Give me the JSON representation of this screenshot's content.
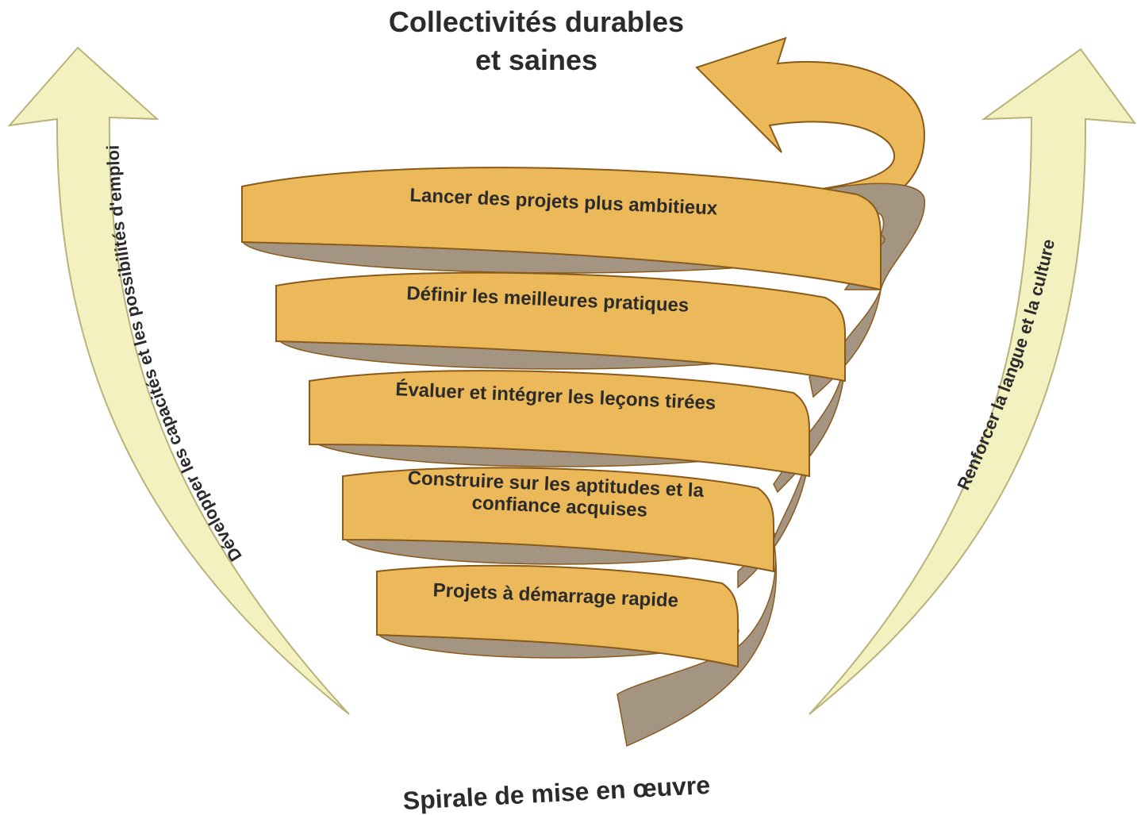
{
  "title_line1": "Collectivités durables",
  "title_line2": "et saines",
  "left_arrow_label": "Développer les capacités et les possibilités d'emploi",
  "right_arrow_label": "Renforcer la langue et la culture",
  "spiral_bands": [
    {
      "line1": "Lancer des projets plus ambitieux",
      "line2": ""
    },
    {
      "line1": "Définir les meilleures pratiques",
      "line2": ""
    },
    {
      "line1": "Évaluer et intégrer les leçons tirées",
      "line2": ""
    },
    {
      "line1": "Construire sur les aptitudes et la",
      "line2": "confiance acquises"
    },
    {
      "line1": "Projets à démarrage rapide",
      "line2": ""
    }
  ],
  "caption": "Spirale de mise en œuvre",
  "colors": {
    "band_fill": "#ebb85a",
    "band_stroke": "#8a5a1a",
    "inner_shadow": "#a49583",
    "side_arrow_fill": "#f3f1c0",
    "side_arrow_stroke": "#b9b27a",
    "text": "#2b2b2b"
  }
}
